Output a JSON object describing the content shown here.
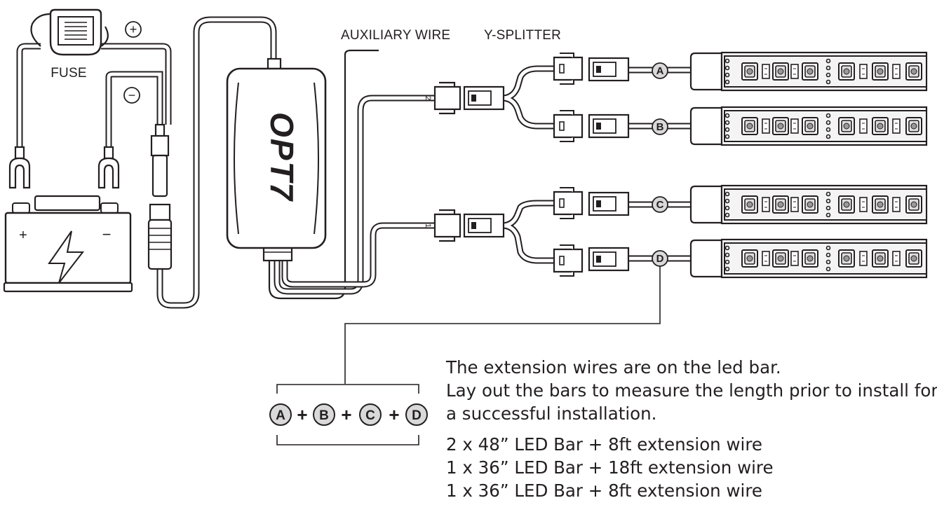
{
  "labels": {
    "fuse": "FUSE",
    "auxiliary_wire": "AUXILIARY WIRE",
    "y_splitter": "Y-SPLITTER",
    "positive": "+",
    "negative": "−",
    "battery_positive": "+",
    "battery_negative": "−",
    "brand": "OPT7"
  },
  "connectors": {
    "a": "A",
    "b": "B",
    "c": "C",
    "d": "D",
    "port_top": "2",
    "port_bottom": "1"
  },
  "formula": {
    "terms": [
      "A",
      "B",
      "C",
      "D"
    ],
    "operator": "+"
  },
  "notes": {
    "line1": "The extension wires are on the led bar.",
    "line2": "Lay out the bars to measure the length prior to install for",
    "line3": "a successful installation.",
    "options": [
      "2 x 48” LED Bar + 8ft extension wire",
      "1 x 36” LED Bar + 18ft extension wire",
      "1 x 36” LED Bar + 8ft extension wire"
    ]
  }
}
